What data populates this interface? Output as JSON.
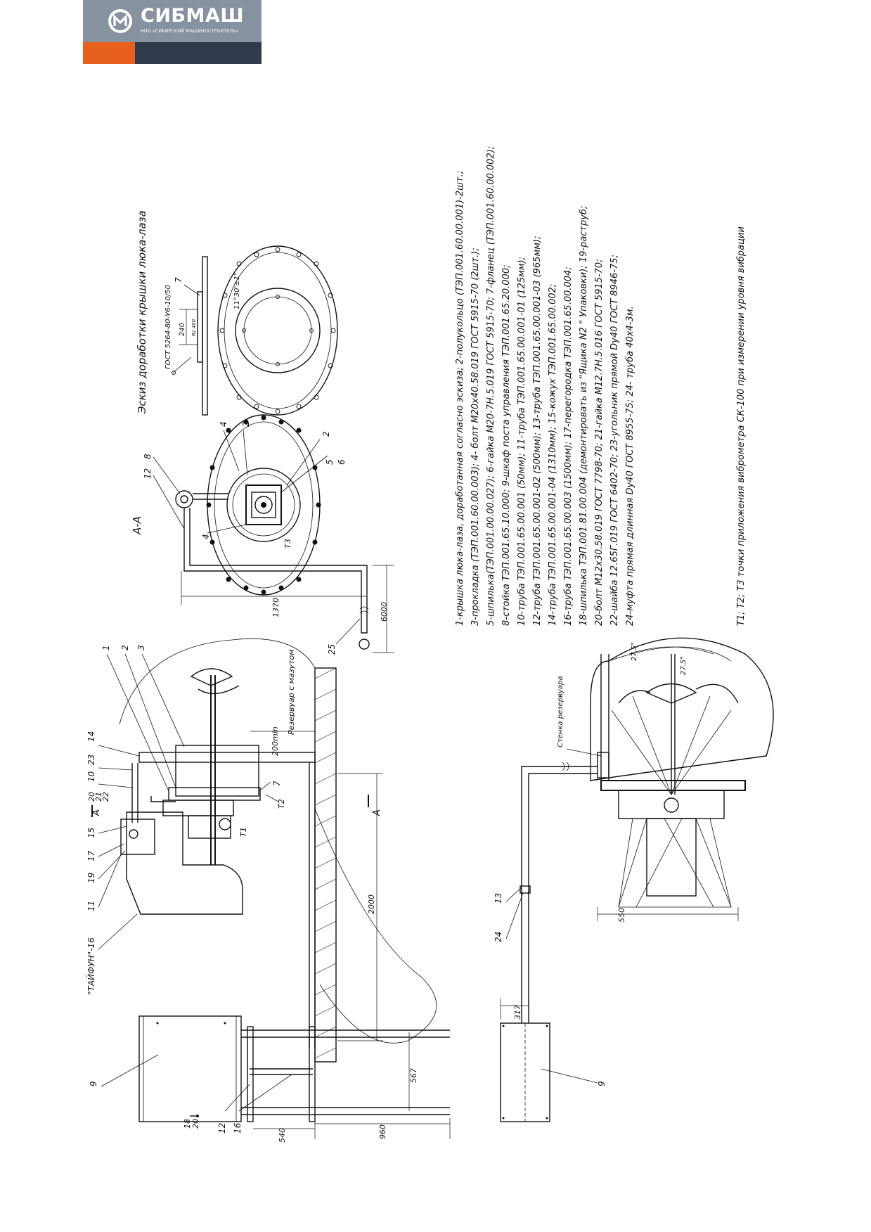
{
  "logo": {
    "name": "СИБМАШ",
    "tagline": "НПО «СИБИРСКИЙ МАШИНОСТРОИТЕЛЬ»",
    "colors": {
      "gray": "#8792a1",
      "orange": "#e8611c",
      "navy": "#2f3a4d"
    }
  },
  "drawing": {
    "sketch_title": "Эскиз доработки крышки люка-лаза",
    "sketch_gost": "ГОСТ 5264-80-У6-10/50",
    "sketch_dim_240": "240",
    "sketch_roughness": "Rz 400",
    "sketch_angle": "11°30'±1°",
    "section_label": "А-А",
    "section_mark": "А",
    "typhoon_label": "\"ТАЙФУН\"-16",
    "reservoir_label": "Резервуар с мазутом",
    "wall_label": "Стенка резервуара",
    "dims": {
      "d200": "200min",
      "d2000": "2000",
      "d1370": "1370",
      "d6000": "6000",
      "d567": "567",
      "d540": "540",
      "d960": "960",
      "d317": "317",
      "d550": "550",
      "angle1": "27.5°",
      "angle2": "27.5°"
    },
    "points": {
      "t1": "Т1",
      "t2": "Т2",
      "t3": "Т3"
    },
    "callouts_main": [
      "1",
      "2",
      "3",
      "14",
      "23",
      "10",
      "20",
      "21",
      "22",
      "15",
      "17",
      "19",
      "11",
      "7",
      "9",
      "18",
      "20",
      "12",
      "16"
    ],
    "callouts_section": [
      "12",
      "8",
      "4",
      "2",
      "4",
      "2",
      "5",
      "6",
      "25"
    ],
    "callouts_bottom": [
      "13",
      "24",
      "9"
    ],
    "callouts_sketch": [
      "7"
    ]
  },
  "legend": {
    "lines": [
      "1-крышка люка-лаза, доработанная согласно эскиза; 2-полукольцо (ТЭП.001.60.00.001)-2шт.;",
      "3-прокладка (ТЭП.001.60.00.003); 4- болт М20х40.58.019 ГОСТ 5915-70 (2шт.);",
      "5-шпилька(ТЭП.001.00.00.027); 6-гайка М20-7Н.5.019 ГОСТ 5915-70; 7-фланец (ТЭП.001.60.00.002);",
      "8-стойка ТЭП.001.65.10.000; 9-шкаф поста управления ТЭП.001.65.20.000;",
      "10-труба ТЭП.001.65.00.001 (50мм); 11-труба ТЭП.001.65.00.001-01 (125мм);",
      "12-труба ТЭП.001.65.00.001-02 (500мм); 13-труба ТЭП.001.65.00.001-03 (965мм);",
      "14-труба ТЭП.001.65.00.001-04 (1310мм); 15-кожух ТЭП.001.65.00.002;",
      "16-труба ТЭП.001.65.00.003 (1500мм); 17-перегородка ТЭП.001.65.00.004;",
      "18-шпилька ТЭП.001.81.00.004 (демонтировать из \"Ящика N2 \" Упаковки); 19-раструб;",
      "20-болт М12х30.58.019 ГОСТ 7798-70; 21-гайка М12.7Н.5.016 ГОСТ 5915-70;",
      "22-шайба 12.65Г.019 ГОСТ 6402-70; 23-угольник прямой Dу40 ГОСТ 8946-75;",
      "24-муфта прямая длинная Dу40 ГОСТ 8955-75; 24- труба 40х4-3м."
    ],
    "note": "Т1; Т2; Т3 точки приложения виброметра СК-100 при измерении уровня вибрации"
  }
}
